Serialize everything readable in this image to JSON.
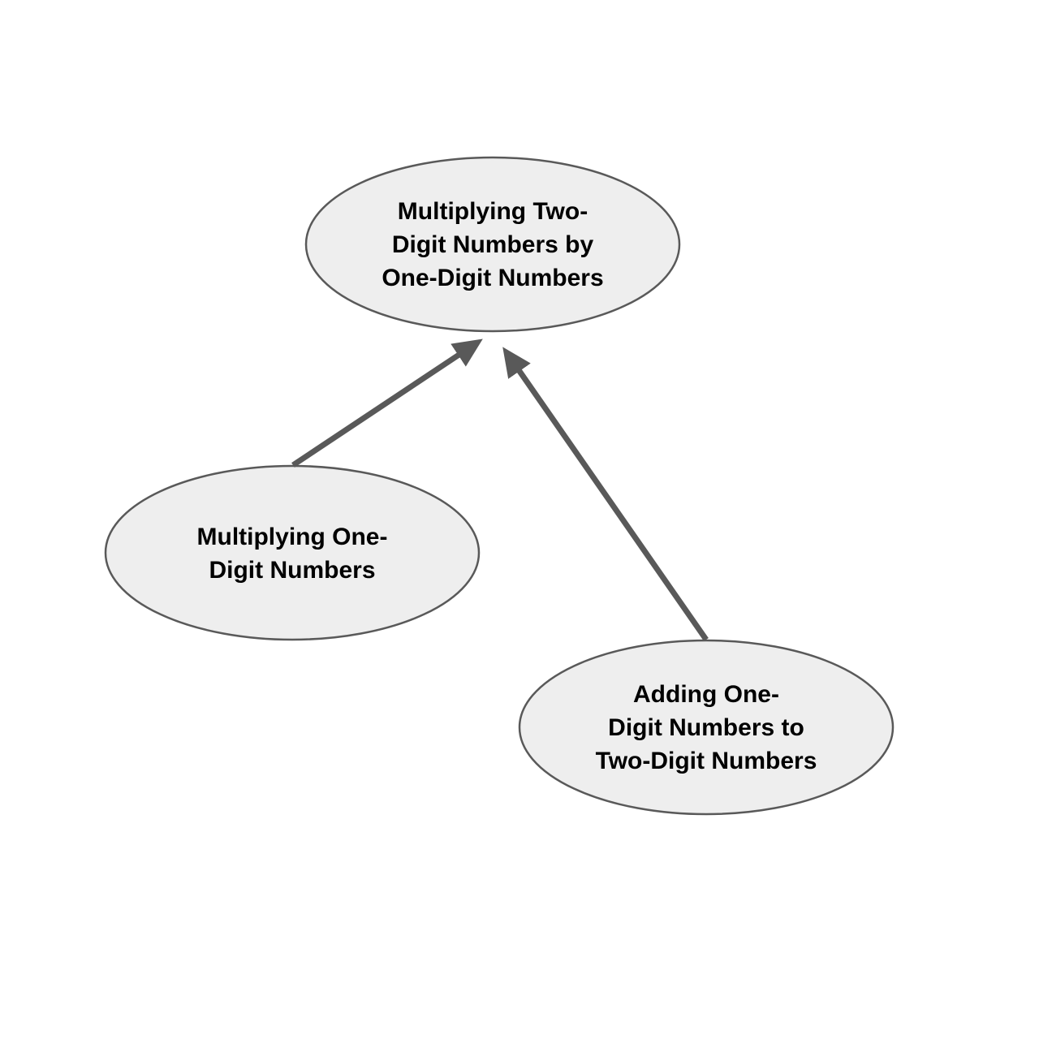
{
  "nodes": {
    "top": {
      "line1": "Multiplying Two-",
      "line2": "Digit Numbers by",
      "line3": "One-Digit Numbers"
    },
    "left": {
      "line1": "Multiplying One-",
      "line2": "Digit Numbers"
    },
    "right": {
      "line1": "Adding One-",
      "line2": "Digit Numbers to",
      "line3": "Two-Digit Numbers"
    }
  },
  "colors": {
    "fill": "#eeeeee",
    "stroke": "#595959",
    "arrow": "#595959"
  }
}
